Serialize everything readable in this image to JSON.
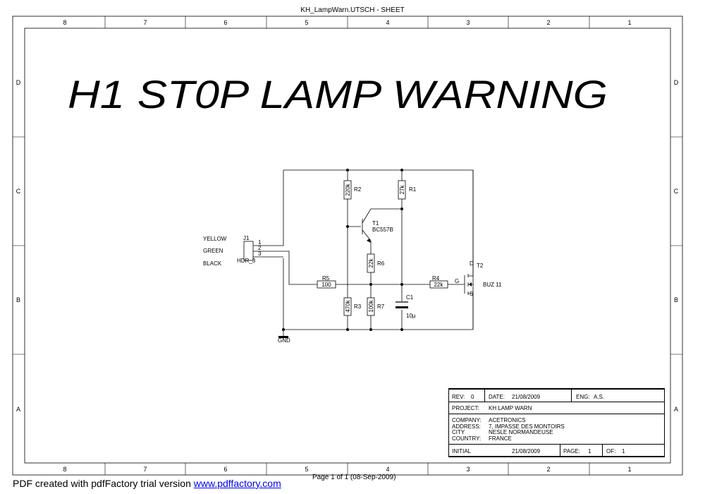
{
  "window_title": "KH_LampWarn.UTSCH - SHEET",
  "sheet_title": "H1 ST0P LAMP WARNING",
  "border": {
    "columns": [
      "8",
      "7",
      "6",
      "5",
      "4",
      "3",
      "2",
      "1"
    ],
    "rows": [
      "D",
      "C",
      "B",
      "A"
    ]
  },
  "components": {
    "R2": {
      "ref": "R2",
      "value": "220k"
    },
    "R1": {
      "ref": "R1",
      "value": "27k"
    },
    "T1": {
      "ref": "T1",
      "value": "BC557B"
    },
    "R6": {
      "ref": "R6",
      "value": "22k"
    },
    "R5": {
      "ref": "R5",
      "value": "100"
    },
    "R4": {
      "ref": "R4",
      "value": "22k"
    },
    "R3": {
      "ref": "R3",
      "value": "470k"
    },
    "R7": {
      "ref": "R7",
      "value": "100k"
    },
    "C1": {
      "ref": "C1",
      "value": "10µ"
    },
    "T2": {
      "ref": "T2",
      "value": "BUZ 11",
      "pin_d": "D",
      "pin_g": "G",
      "pin_s": "S"
    },
    "J1": {
      "ref": "J1",
      "value": "HDR_3",
      "pins": [
        "1",
        "2",
        "3"
      ]
    }
  },
  "wire_labels": {
    "yellow": "YELLOW",
    "green": "GREEN",
    "black": "BLACK"
  },
  "gnd_label": "GND",
  "title_block": {
    "rev_label": "REV:",
    "rev": "0",
    "date_label": "DATE:",
    "date": "21/08/2009",
    "eng_label": "ENG:",
    "eng": "A.S.",
    "project_label": "PROJECT:",
    "project": "KH LAMP WARN",
    "company_label": "COMPANY:",
    "company": "ACETRONICS",
    "address_label": "ADDRESS:",
    "address": "7, IMPASSE DES MONTOIRS",
    "city_label": "CITY",
    "city": "NESLE NORMANDEUSE",
    "country_label": "COUNTRY:",
    "country": "FRANCE",
    "initial_label": "INITIAL",
    "initial_date": "21/08/2009",
    "page_label": "PAGE:",
    "page": "1",
    "of_label": "OF:",
    "of": "1"
  },
  "footer": {
    "pdf_text": "PDF created with pdfFactory trial version ",
    "pdf_link": "www.pdffactory.com",
    "page_info": "Page 1 of 1 (08-Sep-2009)"
  }
}
